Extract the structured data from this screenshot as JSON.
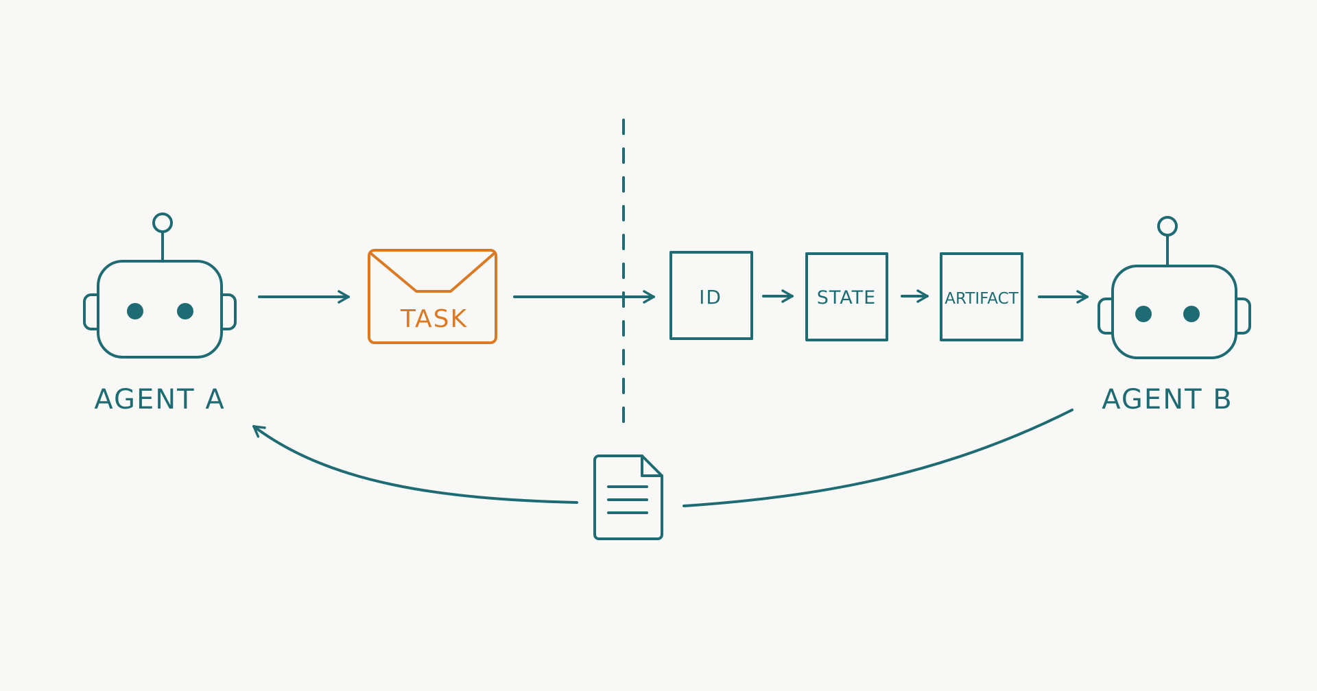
{
  "colors": {
    "primary": "#1f6b73",
    "accent": "#db7a23",
    "background": "#f8f8f6"
  },
  "agents": {
    "a": {
      "label": "AGENT A",
      "icon": "robot-icon"
    },
    "b": {
      "label": "AGENT B",
      "icon": "robot-icon"
    }
  },
  "task": {
    "label": "TASK",
    "icon": "envelope-icon"
  },
  "stamps": [
    {
      "label": "ID"
    },
    {
      "label": "STATE"
    },
    {
      "label": "ARTIFACT"
    }
  ],
  "return_item": {
    "icon": "document-icon"
  }
}
